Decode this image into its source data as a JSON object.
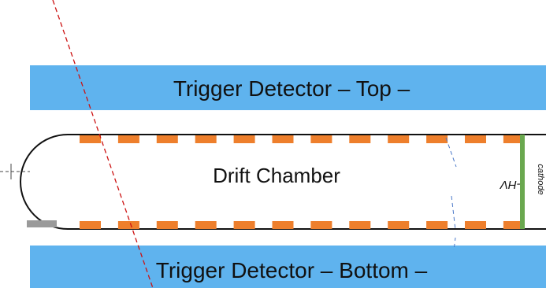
{
  "diagram": {
    "top_detector": {
      "label": "Trigger Detector – Top –"
    },
    "bottom_detector": {
      "label": "Trigger Detector – Bottom –"
    },
    "chamber": {
      "label": "Drift Chamber"
    },
    "hv_label": "-HV",
    "cathode_label": "cathode",
    "colors": {
      "detector_fill": "#5fb3ee",
      "electrode_fill": "#ee7f2c",
      "hv_bar": "#6aa84f",
      "track_line": "#cc1111",
      "drift_line": "#4a78c8",
      "small_block": "#9a9a9a"
    },
    "electrode_count_per_row": 12
  }
}
